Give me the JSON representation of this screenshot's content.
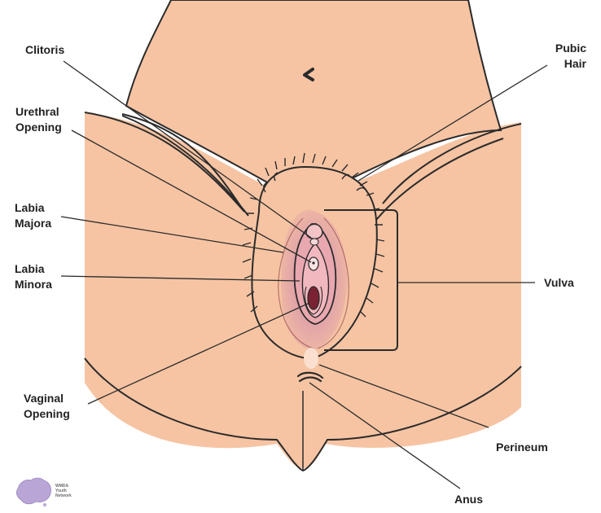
{
  "labels": {
    "clitoris": "Clitoris",
    "urethral_opening": "Urethral\nOpening",
    "labia_majora": "Labia\nMajora",
    "labia_minora": "Labia\nMinora",
    "vaginal_opening": "Vaginal\nOpening",
    "pubic_hair": "Pubic\nHair",
    "vulva": "Vulva",
    "perineum": "Perineum",
    "anus": "Anus"
  },
  "logo": {
    "text": "WMDA\nYouth\nNetwork"
  },
  "colors": {
    "skin": "#f6c4a3",
    "outline": "#2b2b2b",
    "vulva_tint": "#d68c94",
    "inner_pink": "#e7a3ac",
    "deep": "#7a2233",
    "logo": "#b9a6d6"
  }
}
